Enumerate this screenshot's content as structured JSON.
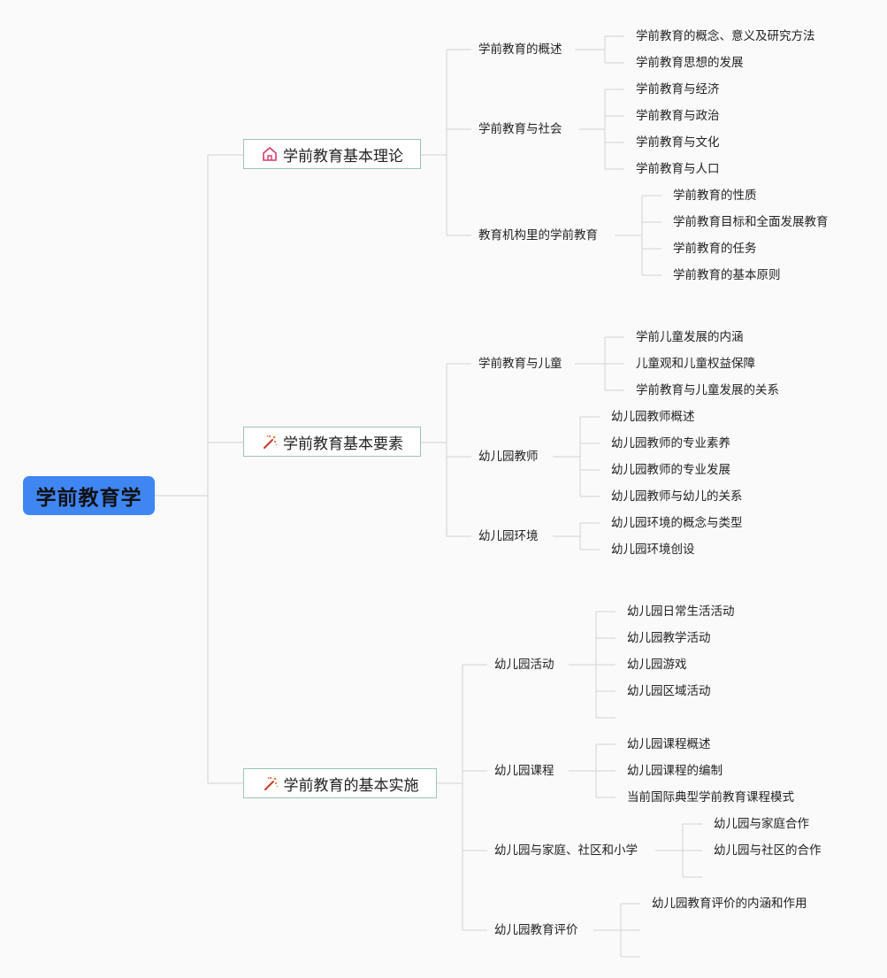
{
  "root": "学前教育学",
  "branches": [
    {
      "label": "学前教育基本理论",
      "icon": "house-icon",
      "children": [
        {
          "label": "学前教育的概述",
          "items": [
            "学前教育的概念、意义及研究方法",
            "学前教育思想的发展"
          ]
        },
        {
          "label": "学前教育与社会",
          "items": [
            "学前教育与经济",
            "学前教育与政治",
            "学前教育与文化",
            "学前教育与人口"
          ]
        },
        {
          "label": "教育机构里的学前教育",
          "items": [
            "学前教育的性质",
            "学前教育目标和全面发展教育",
            "学前教育的任务",
            "学前教育的基本原则"
          ]
        }
      ]
    },
    {
      "label": "学前教育基本要素",
      "icon": "wand-icon",
      "children": [
        {
          "label": "学前教育与儿童",
          "items": [
            "学前儿童发展的内涵",
            "儿童观和儿童权益保障",
            "学前教育与儿童发展的关系"
          ]
        },
        {
          "label": "幼儿园教师",
          "items": [
            "幼儿园教师概述",
            "幼儿园教师的专业素养",
            "幼儿园教师的专业发展",
            "幼儿园教师与幼儿的关系"
          ]
        },
        {
          "label": "幼儿园环境",
          "items": [
            "幼儿园环境的概念与类型",
            "幼儿园环境创设"
          ]
        }
      ]
    },
    {
      "label": "学前教育的基本实施",
      "icon": "wand-icon",
      "children": [
        {
          "label": "幼儿园活动",
          "items": [
            "幼儿园日常生活活动",
            "幼儿园教学活动",
            "幼儿园游戏",
            "幼儿园区域活动",
            ""
          ]
        },
        {
          "label": "幼儿园课程",
          "items": [
            "幼儿园课程概述",
            "幼儿园课程的编制",
            "当前国际典型学前教育课程模式"
          ]
        },
        {
          "label": "幼儿园与家庭、社区和小学",
          "items": [
            "幼儿园与家庭合作",
            "幼儿园与社区的合作",
            ""
          ]
        },
        {
          "label": "幼儿园教育评价",
          "items": [
            "幼儿园教育评价的内涵和作用",
            "",
            ""
          ]
        }
      ]
    }
  ],
  "colors": {
    "root_fill": "#3f86f3",
    "main_border": "#9cc4b9",
    "line": "#d9d9d9"
  }
}
